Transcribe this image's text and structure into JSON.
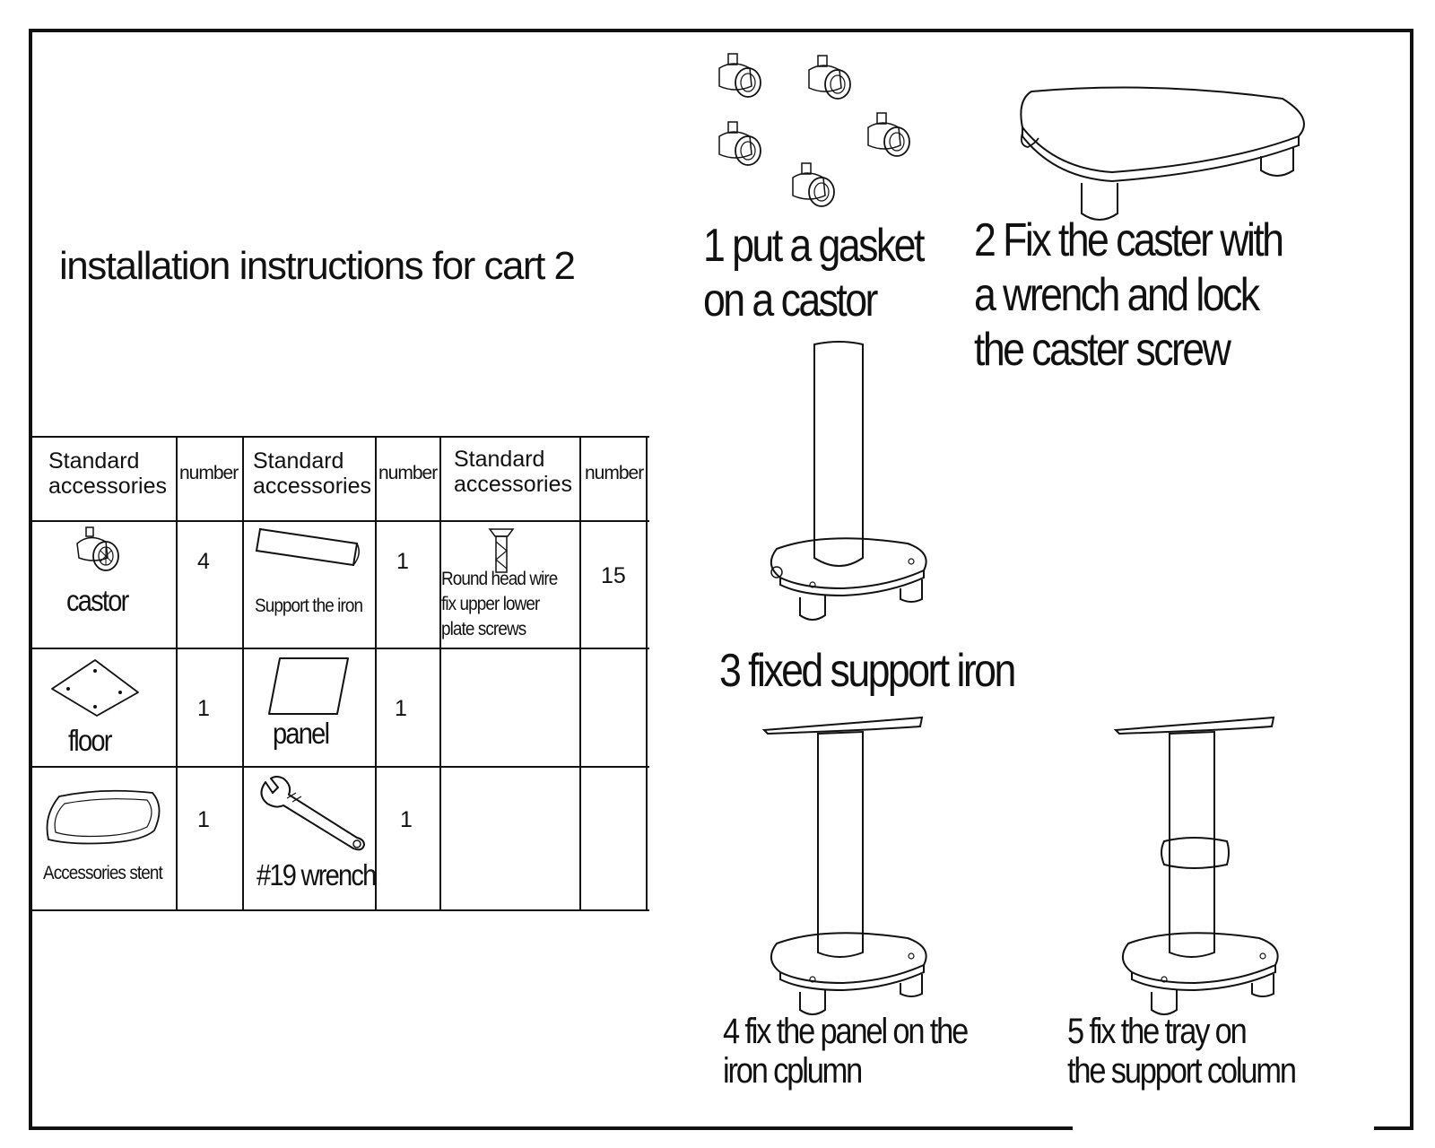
{
  "document": {
    "title": "installation  instructions for cart  2"
  },
  "steps": [
    {
      "text": "1  put a gasket\non a castor"
    },
    {
      "text": "2  Fix the caster with\n  a wrench and lock\n the caster screw"
    },
    {
      "text": "3  fixed support iron"
    },
    {
      "text": "4 fix the panel on the\niron cplumn"
    },
    {
      "text": "5  fix the tray on\nthe support column"
    }
  ],
  "accessories_table": {
    "headers": [
      "Standard\naccessories",
      "number",
      "Standard\naccessories",
      "number",
      "Standard\naccessories",
      "number"
    ],
    "rows": [
      [
        {
          "label": "castor",
          "icon": "castor-icon",
          "qty": "4"
        },
        {
          "label": "Support the iron",
          "icon": "support-iron-icon",
          "qty": "1"
        },
        {
          "label": "Round head wire\nfix upper lower\nplate screws",
          "icon": "screw-icon",
          "qty": "15"
        }
      ],
      [
        {
          "label": "floor",
          "icon": "floor-plate-icon",
          "qty": "1"
        },
        {
          "label": "panel",
          "icon": "panel-icon",
          "qty": "1"
        }
      ],
      [
        {
          "label": "Accessories stent",
          "icon": "tray-icon",
          "qty": "1"
        },
        {
          "label": "#19 wrench",
          "icon": "wrench-icon",
          "qty": "1"
        }
      ]
    ]
  },
  "colors": {
    "ink": "#111111",
    "background": "#ffffff"
  }
}
